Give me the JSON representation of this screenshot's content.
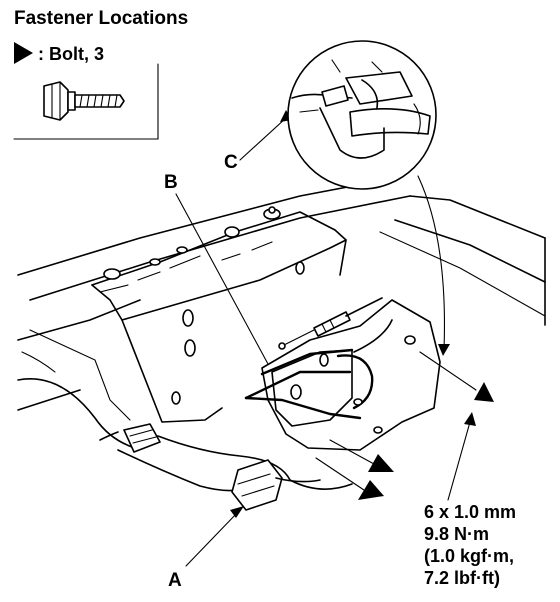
{
  "heading": "Fastener Locations",
  "legend": {
    "bolt_label": ": Bolt, 3",
    "arrow_icon": "triangle-right-icon",
    "bolt_icon": "flange-bolt-icon"
  },
  "callouts": {
    "a": "A",
    "b": "B",
    "c": "C"
  },
  "torque_spec": {
    "size": "6 x 1.0 mm",
    "nm": "9.8 N·m",
    "kgfm": "(1.0 kgf·m,",
    "lbfft": "7.2 lbf·ft)"
  }
}
